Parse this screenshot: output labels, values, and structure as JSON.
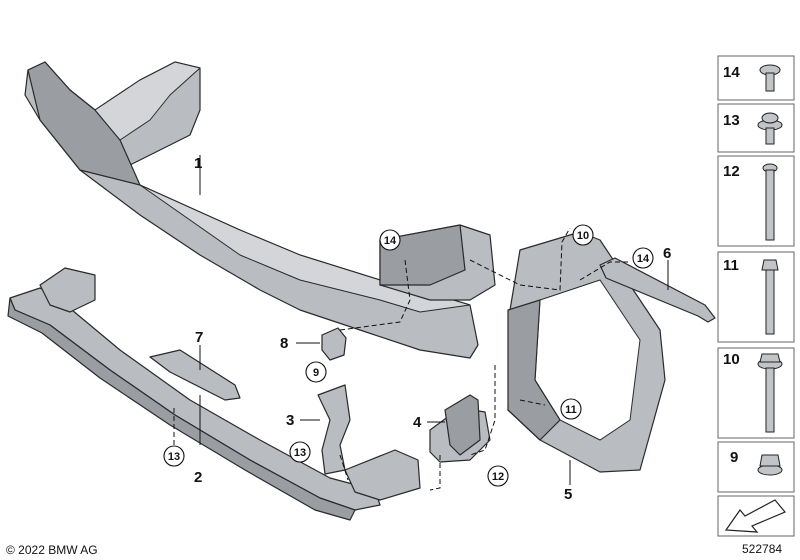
{
  "callouts": {
    "p1": "1",
    "p2": "2",
    "p3": "3",
    "p4": "4",
    "p5": "5",
    "p6": "6",
    "p7": "7",
    "p8": "8",
    "p9": "9",
    "p10": "10",
    "p11": "11",
    "p12": "12",
    "p13a": "13",
    "p13b": "13",
    "p14a": "14",
    "p14b": "14"
  },
  "fastener_panel": {
    "items": [
      {
        "number": "14",
        "icon": "bolt-short-icon"
      },
      {
        "number": "13",
        "icon": "bolt-washer-icon"
      },
      {
        "number": "12",
        "icon": "bolt-long-icon"
      },
      {
        "number": "11",
        "icon": "bolt-flange-icon"
      },
      {
        "number": "10",
        "icon": "bolt-hex-icon"
      },
      {
        "number": "9",
        "icon": "nut-flange-icon"
      }
    ],
    "arrow_icon": "direction-arrow-icon"
  },
  "footer": {
    "copyright": "© 2022 BMW AG",
    "diagram_id": "522784"
  }
}
